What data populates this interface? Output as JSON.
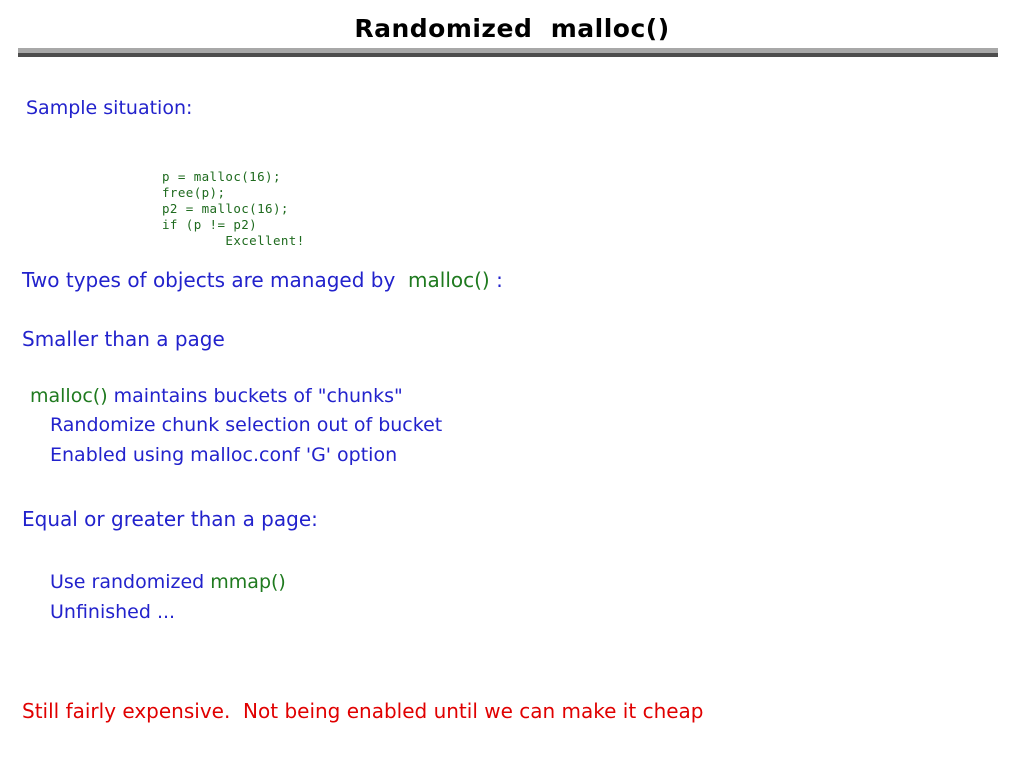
{
  "slide": {
    "title": "Randomized  malloc()",
    "colors": {
      "title": "#000000",
      "body_blue": "#2222cc",
      "accent_green": "#1f7a1f",
      "warning_red": "#e00000",
      "rule_light": "#a8a8a8",
      "rule_dark": "#4d4d4d",
      "background": "#ffffff"
    }
  },
  "content": {
    "sample_heading": "Sample situation:",
    "code_sample": "p = malloc(16);\nfree(p);\np2 = malloc(16);\nif (p != p2)\n        Excellent!",
    "two_types": {
      "prefix": "Two types of objects are managed by  ",
      "code": "malloc()",
      "suffix": " :"
    },
    "smaller_heading": "Smaller than a page",
    "buckets": {
      "code": "malloc()",
      "suffix": " maintains buckets of \"chunks\""
    },
    "randomize_line": "Randomize chunk selection out of bucket",
    "enabled_line": "Enabled using malloc.conf 'G' option",
    "equal_heading": "Equal or greater than a page:",
    "use_mmap": {
      "prefix": "Use randomized ",
      "code": "mmap()"
    },
    "unfinished_line": "Unfinished ...",
    "closing_note": "Still fairly expensive.  Not being enabled until we can make it cheap"
  }
}
